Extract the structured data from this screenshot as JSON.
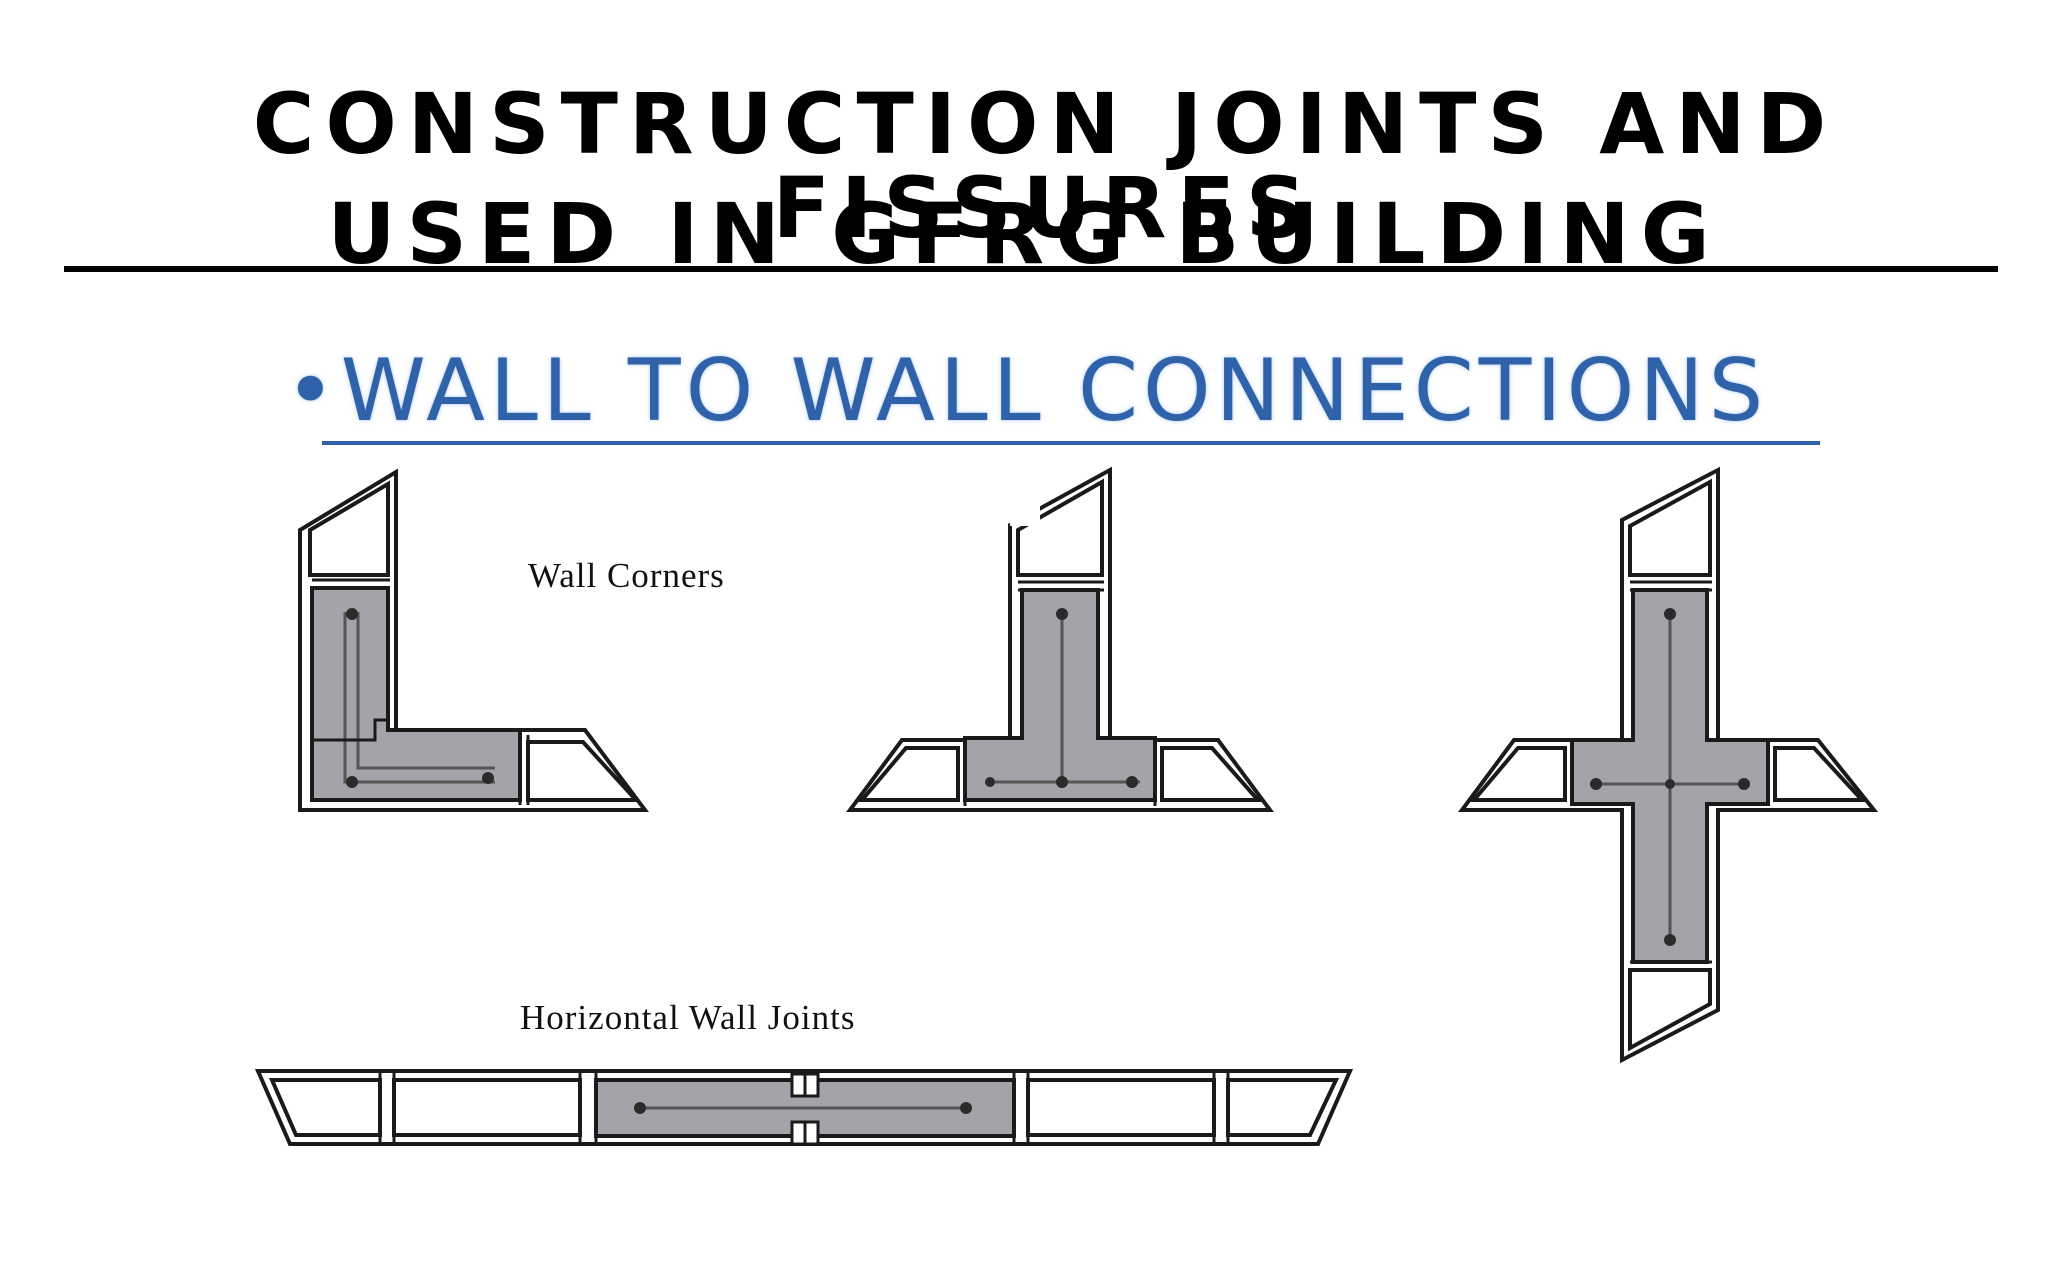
{
  "slide": {
    "title_line1": "CONSTRUCTION JOINTS AND FISSURES",
    "title_line2": "USED IN GFRG BUILDING",
    "bullet": "•",
    "subtitle": "WALL TO WALL CONNECTIONS"
  },
  "diagram": {
    "label_corners": "Wall Corners",
    "label_horizontal": "Horizontal Wall Joints",
    "colors": {
      "outline": "#1a1a1a",
      "concrete_fill": "#a3a3a9",
      "rebar": "#2b2b2b"
    }
  }
}
